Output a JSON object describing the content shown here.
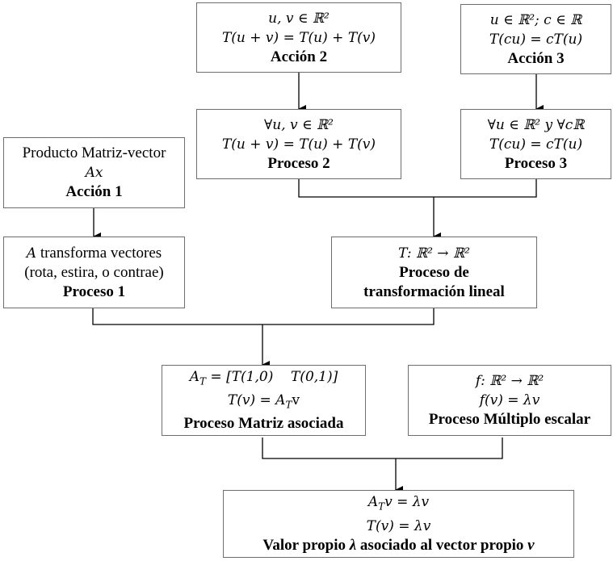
{
  "diagram": {
    "type": "flowchart",
    "nodes": [
      {
        "id": "accion2",
        "lines": [
          "u, v ∈ ℝ²",
          "T(u + v) = T(u) + T(v)"
        ],
        "title": "Acción 2"
      },
      {
        "id": "accion3",
        "lines": [
          "u ∈ ℝ²; c ∈ ℝ",
          "T(cu) = cT(u)"
        ],
        "title": "Acción 3"
      },
      {
        "id": "proceso2",
        "lines": [
          "∀u, v ∈ ℝ²",
          "T(u + v) = T(u) + T(v)"
        ],
        "title": "Proceso 2"
      },
      {
        "id": "proceso3",
        "lines": [
          "∀u ∈ ℝ² y ∀cℝ",
          "T(cu) = cT(u)"
        ],
        "title": "Proceso 3"
      },
      {
        "id": "accion1",
        "lines": [
          "Producto Matriz-vector",
          "Ax"
        ],
        "title": "Acción 1"
      },
      {
        "id": "proceso1",
        "lines": [
          "A transforma vectores",
          "(rota, estira, o contrae)"
        ],
        "title": "Proceso 1"
      },
      {
        "id": "proceso_tl",
        "lines": [
          "T:  ℝ² → ℝ²"
        ],
        "title": "Proceso de",
        "title2": "transformación lineal"
      },
      {
        "id": "proceso_ma",
        "lines": [
          "A_T = [T(1,0)    T(0,1)]",
          "T(v) = A_T v"
        ],
        "title": "Proceso Matriz asociada"
      },
      {
        "id": "proceso_me",
        "lines": [
          "f: ℝ² → ℝ²",
          "f(v) = λv"
        ],
        "title": "Proceso Múltiplo escalar"
      },
      {
        "id": "final",
        "lines": [
          "A_T v = λv",
          "T(v) = λv"
        ],
        "title": "Valor propio λ asociado al vector propio v"
      }
    ],
    "edges": [
      {
        "from": "accion2",
        "to": "proceso2"
      },
      {
        "from": "accion3",
        "to": "proceso3"
      },
      {
        "from": [
          "proceso2",
          "proceso3"
        ],
        "to": "proceso_tl"
      },
      {
        "from": "accion1",
        "to": "proceso1"
      },
      {
        "from": [
          "proceso1",
          "proceso_tl"
        ],
        "to": "proceso_ma"
      },
      {
        "from": [
          "proceso_ma",
          "proceso_me"
        ],
        "to": "final"
      }
    ]
  },
  "text": {
    "accion2": {
      "l1": "u, v  ∈ ℝ²",
      "l2": "T(u + v) = T(u) + T(v)",
      "title": "Acción 2"
    },
    "accion3": {
      "l1": "u ∈ ℝ²; c ∈ ℝ",
      "l2": "T(cu) = cT(u)",
      "title": "Acción 3"
    },
    "proceso2": {
      "l1": "∀u, v  ∈ ℝ²",
      "l2": "T(u + v) = T(u) + T(v)",
      "title": "Proceso 2"
    },
    "proceso3": {
      "l1": "∀u ∈ ℝ² y ∀cℝ",
      "l2": "T(cu) = cT(u)",
      "title": "Proceso 3"
    },
    "accion1": {
      "l1": "Producto Matriz-vector",
      "l2": "Ax",
      "title": "Acción 1"
    },
    "proceso1": {
      "l1_var": "A",
      "l1_rest": " transforma vectores",
      "l2": "(rota, estira, o contrae)",
      "title": "Proceso 1"
    },
    "proceso_tl": {
      "l1": "T:  ℝ² → ℝ²",
      "title1": "Proceso de",
      "title2": "transformación lineal"
    },
    "proceso_ma": {
      "l1_a": "A",
      "l1_sub": "T",
      "l1_b": " = [T(1,0)    T(0,1)]",
      "l2_a": "T(v) = A",
      "l2_sub": "T",
      "l2_b": "v",
      "title": "Proceso Matriz asociada"
    },
    "proceso_me": {
      "l1": "f: ℝ² → ℝ²",
      "l2": "f(v) = λv",
      "title": "Proceso Múltiplo escalar"
    },
    "final": {
      "l1_a": "A",
      "l1_sub": "T",
      "l1_b": "v = λv",
      "l2": "T(v) = λv",
      "title_a": "Valor propio ",
      "title_lambda": "λ",
      "title_b": " asociado al vector propio ",
      "title_v": "v"
    }
  }
}
